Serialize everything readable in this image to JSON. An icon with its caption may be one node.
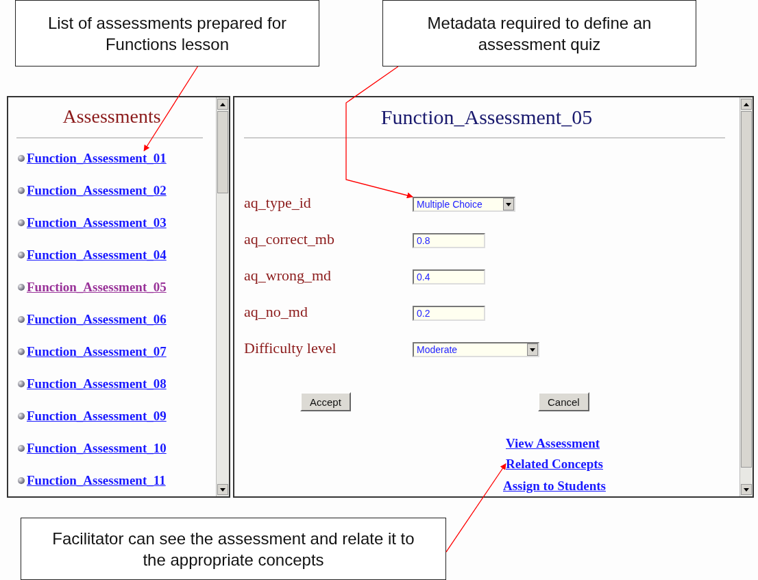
{
  "diagram": {
    "nodes": [
      {
        "text": [
          "List of assessments prepared for Functions lesson"
        ]
      },
      {
        "text": [
          "Metadata required to define an assessment quiz"
        ]
      },
      {
        "text": [
          "Facilitator can see the assessment and relate it to the appropriate concepts"
        ]
      },
      {
        "text": [
          "Function_Assessment_01"
        ]
      },
      {
        "text": [
          "Multiple Choice"
        ]
      },
      {
        "text": [
          "Related Concepts"
        ]
      }
    ],
    "edges": [
      {
        "from": 0,
        "to": 3,
        "arrow": "to",
        "color": "#ff0000"
      },
      {
        "from": 1,
        "to": 4,
        "arrow": "to",
        "color": "#ff0000"
      },
      {
        "from": 2,
        "to": 5,
        "arrow": "to",
        "color": "#ff0000"
      }
    ],
    "labels": [
      "Assessments",
      "Function_Assessment_02",
      "Function_Assessment_03",
      "Function_Assessment_04",
      "Function_Assessment_05",
      "Function_Assessment_06",
      "Function_Assessment_07",
      "Function_Assessment_08",
      "Function_Assessment_09",
      "Function_Assessment_10",
      "Function_Assessment_11",
      "Function_Assessment_05",
      "aq_type_id",
      "aq_correct_mb",
      "0.8",
      "aq_wrong_md",
      "0.4",
      "aq_no_md",
      "0.2",
      "Difficulty level",
      "Moderate",
      "Accept",
      "Cancel",
      "View Assessment",
      "Assign to Students"
    ]
  }
}
